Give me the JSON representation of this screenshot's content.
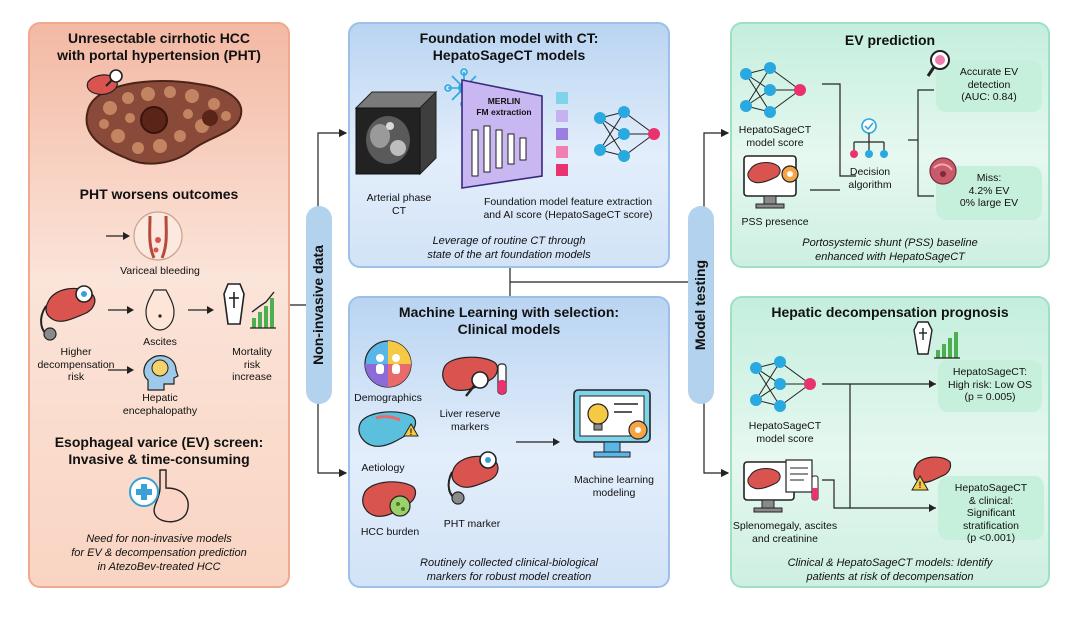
{
  "left_panel": {
    "title_line1": "Unresectable cirrhotic HCC",
    "title_line2": "with portal hypertension (PHT)",
    "pht_title": "PHT worsens outcomes",
    "variceal_bleeding": "Variceal bleeding",
    "ascites": "Ascites",
    "higher_risk_line1": "Higher",
    "higher_risk_line2": "decompensation",
    "higher_risk_line3": "risk",
    "mortality_line1": "Mortality",
    "mortality_line2": "risk",
    "mortality_line3": "increase",
    "hepatic_enc_line1": "Hepatic",
    "hepatic_enc_line2": "encephalopathy",
    "ev_title_line1": "Esophageal varice (EV) screen:",
    "ev_title_line2": "Invasive & time-consuming",
    "need_line1": "Need for non-invasive models",
    "need_line2": "for EV & decompensation prediction",
    "need_line3": "in AtezoBev-treated HCC"
  },
  "pills": {
    "non_invasive": "Non-invasive data",
    "model_testing": "Model testing"
  },
  "foundation_panel": {
    "title_line1": "Foundation model with CT:",
    "title_line2": "HepatoSageCT models",
    "merlin_line1": "MERLIN",
    "merlin_line2": "FM extraction",
    "arterial_line1": "Arterial phase",
    "arterial_line2": "CT",
    "feature_line1": "Foundation model feature extraction",
    "feature_line2": "and AI score (HepatoSageCT score)",
    "caption_line1": "Leverage of routine CT through",
    "caption_line2": "state of the art foundation models"
  },
  "ml_panel": {
    "title_line1": "Machine Learning with selection:",
    "title_line2": "Clinical models",
    "demographics": "Demographics",
    "liver_reserve_line1": "Liver reserve",
    "liver_reserve_line2": "markers",
    "aetiology": "Aetiology",
    "hcc_burden": "HCC burden",
    "pht_marker": "PHT marker",
    "ml_modeling_line1": "Machine learning",
    "ml_modeling_line2": "modeling",
    "caption_line1": "Routinely collected clinical-biological",
    "caption_line2": "markers for robust model creation"
  },
  "ev_panel": {
    "title": "EV prediction",
    "model_score_line1": "HepatoSageCT",
    "model_score_line2": "model score",
    "pss_presence": "PSS presence",
    "decision_line1": "Decision",
    "decision_line2": "algorithm",
    "accurate_line1": "Accurate EV",
    "accurate_line2": "detection",
    "accurate_line3": "(AUC: 0.84)",
    "miss_line1": "Miss:",
    "miss_line2": "4.2% EV",
    "miss_line3": "0% large EV",
    "caption_line1": "Portosystemic shunt (PSS) baseline",
    "caption_line2": "enhanced with HepatoSageCT"
  },
  "decomp_panel": {
    "title": "Hepatic decompensation prognosis",
    "model_score_line1": "HepatoSageCT",
    "model_score_line2": "model score",
    "splenomegaly_line1": "Splenomegaly, ascites",
    "splenomegaly_line2": "and creatinine",
    "box1_line1": "HepatoSageCT:",
    "box1_line2": "High risk: Low OS",
    "box1_line3": "(p = 0.005)",
    "box2_line1": "HepatoSageCT",
    "box2_line2": "& clinical:",
    "box2_line3": "Significant stratification",
    "box2_line4": "(p <0.001)",
    "caption_line1": "Clinical & HepatoSageCT models: Identify",
    "caption_line2": "patients at risk of decompensation"
  },
  "colors": {
    "left_bg": "#f9d4c2",
    "blue_bg": "#e3eefb",
    "green_bg": "#e6f8f0",
    "pill": "#b3d2ee",
    "node_blue": "#2aa9e0",
    "node_pink": "#e8336f",
    "liver": "#d9534f"
  }
}
